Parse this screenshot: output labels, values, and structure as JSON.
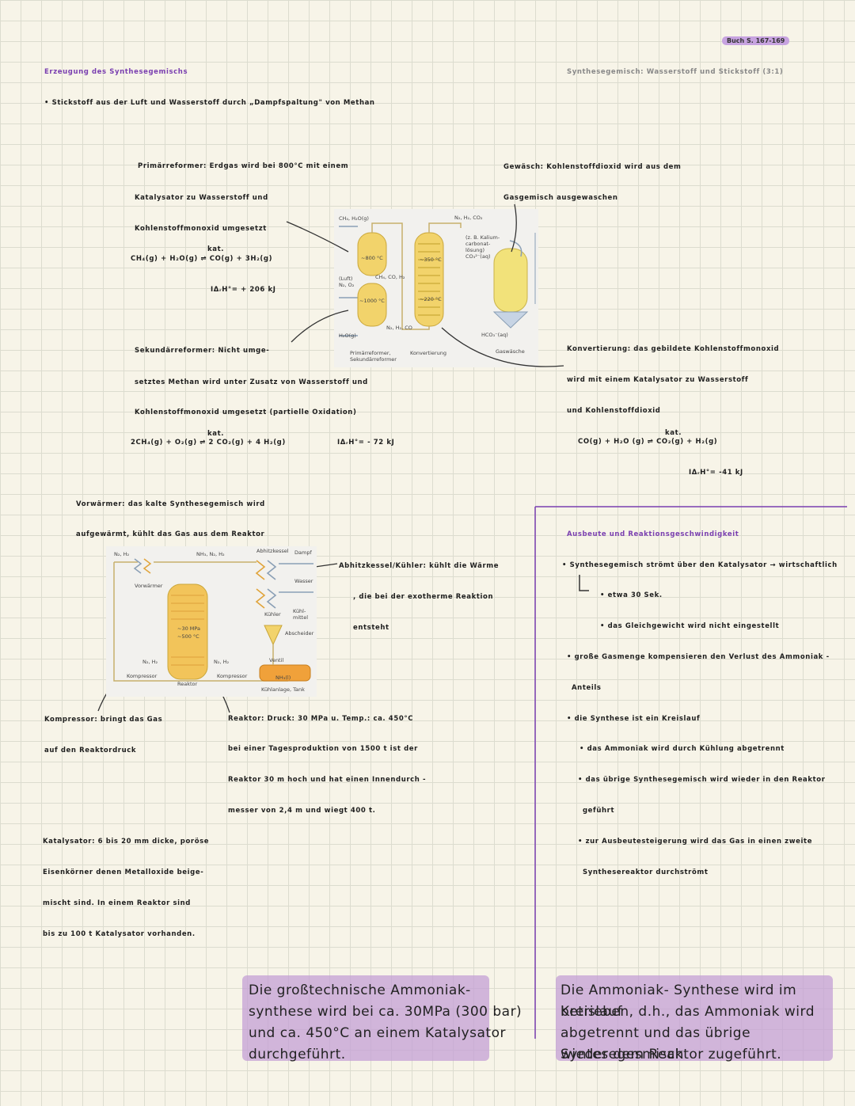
{
  "header": {
    "badge": "Buch S. 167-169",
    "title_left": "Erzeugung des Synthesegemischs",
    "title_right": "Synthesegemisch: Wasserstoff und Stickstoff (3:1)"
  },
  "intro": "• Stickstoff aus der Luft und Wasserstoff durch „Dampfspaltung\" von Methan",
  "primary": {
    "l1": "Primärreformer: Erdgas wird bei 800°C mit einem",
    "l2": "Katalysator zu Wasserstoff und",
    "l3": "Kohlenstoffmonoxid umgesetzt",
    "kat": "kat.",
    "eq": "CH₄(g) + H₂O(g)  ⇌  CO(g) + 3H₂(g)",
    "dh": "ΙΔᵣH°= + 206 kJ"
  },
  "secondary": {
    "l1": "Sekundärreformer: Nicht umge-",
    "l2": "setztes Methan wird unter Zusatz von Wasserstoff und",
    "l3": "Kohlenstoffmonoxid umgesetzt (partielle Oxidation)",
    "kat": "kat.",
    "eq": "2CH₄(g) + O₂(g)  ⇌  2 CO₂(g) + 4 H₂(g)",
    "dh": "ΙΔᵣH°= - 72 kJ"
  },
  "wash": {
    "l1": "Gewäsch: Kohlenstoffdioxid wird aus dem",
    "l2": "Gasgemisch ausgewaschen"
  },
  "conversion": {
    "l1": "Konvertierung: das gebildete Kohlenstoffmonoxid",
    "l2": "wird mit einem Katalysator zu Wasserstoff",
    "l3": "und Kohlenstoffdioxid",
    "kat": "kat.",
    "eq": "CO(g)  +  H₂O (g)  ⇌  CO₂(g)  +  H₂(g)",
    "dh": "ΙΔᵣH°= -41 kJ"
  },
  "diagram1": {
    "top_left": "CH₄, H₂O(g)",
    "top_right": "N₂, H₂, CO₂",
    "t800": "~800 °C",
    "t1000": "~1000 °C",
    "t350": "~350 °C",
    "t220": "~220 °C",
    "luft": "(Luft)",
    "n2o2": "N₂, O₂",
    "mid": "CH₄, CO, H₂",
    "h2o": "H₂O(g)",
    "n2h2co": "N₂, H₂, CO",
    "kalium": "(z. B. Kalium-",
    "kalium2": "carbonat-",
    "kalium3": "lösung)",
    "kalium4": "CO₃²⁻(aq)",
    "hco3": "HCO₃⁻(aq)",
    "cap1": "Primärreformer,",
    "cap1b": "Sekundärreformer",
    "cap2": "Konvertierung",
    "cap3": "Gaswäsche"
  },
  "preheater": {
    "l1": "Vorwärmer: das kalte Synthesegemisch wird",
    "l2": "aufgewärmt, kühlt das Gas aus dem Reaktor"
  },
  "diagram2": {
    "n2h2": "N₂, H₂",
    "nh3n2h2": "NH₃, N₂, H₂",
    "abhitze": "Abhitzkessel",
    "dampf": "Dampf",
    "wasser": "Wasser",
    "vorwaermer": "Vorwärmer",
    "mpa": "~30 MPa",
    "t500": "~500 °C",
    "kuehler": "Kühler",
    "kuehlmittel": "Kühl-",
    "kuehlmittel2": "mittel",
    "abscheider": "Abscheider",
    "ventil": "Ventil",
    "nh3": "NH₃(l)",
    "kuehlanlage": "Kühlanlage, Tank",
    "kompressor": "Kompressor",
    "reaktor": "Reaktor",
    "n2h2b": "N₂, H₂",
    "kompressor2": "Kompressor",
    "n2h2c": "N₂, H₂"
  },
  "boiler": {
    "l1": "Abhitzkessel/Kühler: kühlt die Wärme",
    "l2": ", die bei der exotherme Reaktion",
    "l3": "entsteht"
  },
  "compressor": {
    "l1": "Kompressor: bringt das Gas",
    "l2": "auf den Reaktordruck"
  },
  "reactor": {
    "l1": "Reaktor: Druck: 30 MPa u. Temp.: ca. 450°C",
    "l2": "bei einer Tagesproduktion von 1500 t ist der",
    "l3": "Reaktor 30 m hoch und hat einen Innendurch -",
    "l4": "messer von 2,4 m und wiegt 400 t."
  },
  "catalyst": {
    "l1": "Katalysator: 6 bis 20 mm dicke, poröse",
    "l2": "Eisenkörner denen Metalloxide beige-",
    "l3": "mischt sind. In einem Reaktor sind",
    "l4": "bis zu 100 t Katalysator vorhanden."
  },
  "yield": {
    "title": "Ausbeute und Reaktionsgeschwindigkeit",
    "l1": "• Synthesegemisch strömt über den Katalysator → wirtschaftlich",
    "l2": "• etwa 30 Sek.",
    "l3": "• das Gleichgewicht wird nicht eingestellt",
    "l4": "• große Gasmenge kompensieren den Verlust des Ammoniak -",
    "l5": "Anteils",
    "l6": "• die Synthese ist ein Kreislauf",
    "l7": "• das Ammoniak wird durch Kühlung abgetrennt",
    "l8": "• das übrige Synthesegemisch wird wieder in den Reaktor",
    "l9": "geführt",
    "l10": "• zur Ausbeutesteigerung wird das Gas in einen zweite",
    "l11": "Synthesereaktor durchströmt"
  },
  "summary_left": {
    "l1": "Die großtechnische Ammoniak-",
    "l2": "synthese wird bei ca. 30MPa (300 bar)",
    "l3": "und ca. 450°C an einem Katalysator",
    "l4": "durchgeführt."
  },
  "summary_right": {
    "l1": "Die Ammoniak- Synthese wird im Kreislauf",
    "l2": "betrieben, d.h., das Ammoniak wird",
    "l3": "abgetrennt und das übrige Syntesegesmisch",
    "l4": "wieder dem Reaktor zugeführt."
  },
  "colors": {
    "accent": "#7a3fb0",
    "highlight": "#c4a0d6",
    "vessel": "#f2d36b"
  }
}
